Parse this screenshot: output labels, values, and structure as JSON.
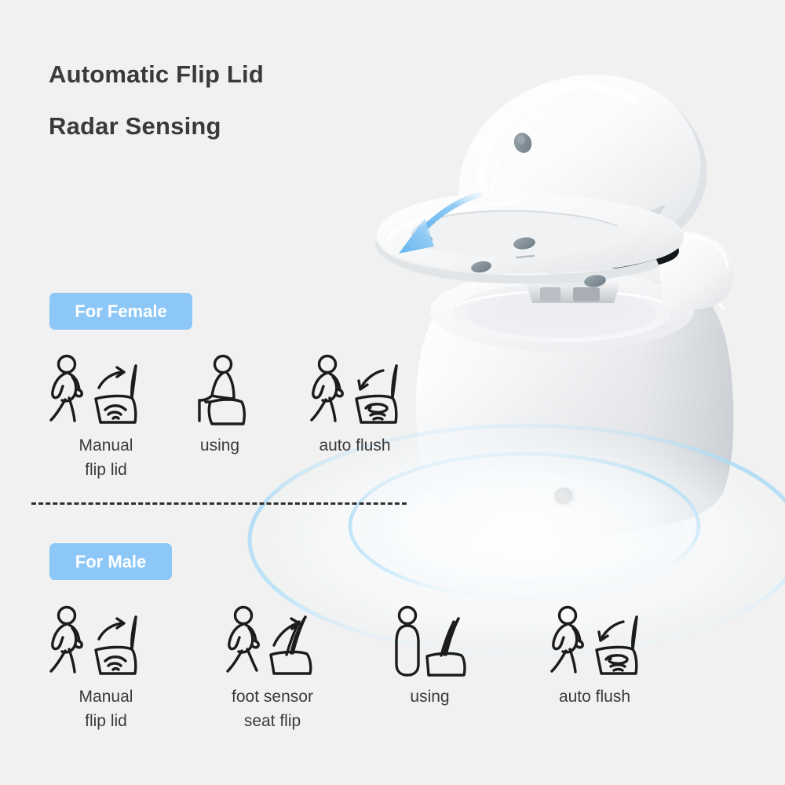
{
  "page": {
    "background_color": "#f1f1f1",
    "accent_color": "#8cc7f7",
    "text_color": "#3a3a3a"
  },
  "title": {
    "line1": "Automatic Flip Lid",
    "line2": "Radar Sensing"
  },
  "sections": [
    {
      "badge": "For Female",
      "steps": [
        {
          "icon": "walk-to-toilet-radar-icon",
          "label_line1": "Manual",
          "label_line2": "flip lid"
        },
        {
          "icon": "person-sitting-toilet-icon",
          "label_line1": "using",
          "label_line2": ""
        },
        {
          "icon": "walk-away-auto-flush-icon",
          "label_line1": "auto flush",
          "label_line2": ""
        }
      ]
    },
    {
      "badge": "For Male",
      "steps": [
        {
          "icon": "walk-to-toilet-radar-icon",
          "label_line1": "Manual",
          "label_line2": "flip lid"
        },
        {
          "icon": "foot-sensor-seat-flip-icon",
          "label_line1": "foot sensor",
          "label_line2": "seat flip"
        },
        {
          "icon": "person-standing-toilet-icon",
          "label_line1": "using",
          "label_line2": ""
        },
        {
          "icon": "walk-away-auto-flush-icon",
          "label_line1": "auto flush",
          "label_line2": ""
        }
      ]
    }
  ],
  "product_image": {
    "name": "smart-toilet-photo",
    "description": "Smart toilet with automatic flip lid raised open",
    "parts": {
      "lid": "lid-open",
      "seat": "seat-open",
      "body": "toilet-body",
      "foot_sensor": "foot-sensor-button"
    }
  },
  "decorations": {
    "arrow": {
      "name": "blue-curved-arrow",
      "color": "#7fc0f2"
    },
    "radar_rings": {
      "name": "radar-wave-rings",
      "color": "#bfe4f8",
      "ring_count": 2
    },
    "divider": {
      "name": "dashed-divider",
      "color": "#2e2e2e"
    }
  }
}
